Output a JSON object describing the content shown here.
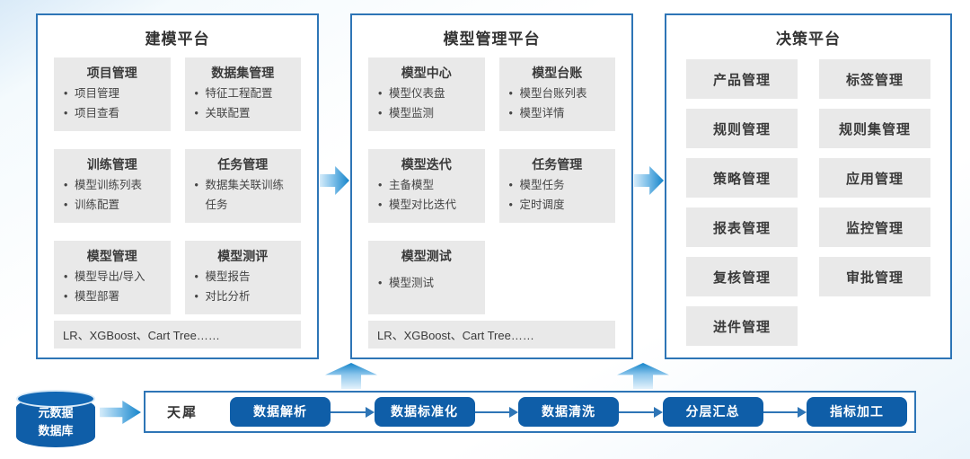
{
  "colors": {
    "platform_border_blue": "#2e75b6",
    "dark_blue": "#0f5ea8",
    "card_gray": "#e9e9e9",
    "arrow_gradient_blue": "#1584ca"
  },
  "platforms": [
    {
      "title": "建模平台",
      "cards": [
        {
          "title": "项目管理",
          "items": [
            "项目管理",
            "项目查看"
          ]
        },
        {
          "title": "数据集管理",
          "items": [
            "特征工程配置",
            "关联配置"
          ]
        },
        {
          "title": "训练管理",
          "items": [
            "模型训练列表",
            "训练配置"
          ]
        },
        {
          "title": "任务管理",
          "items": [
            "数据集关联训练任务"
          ]
        },
        {
          "title": "模型管理",
          "items": [
            "模型导出/导入",
            "模型部署"
          ]
        },
        {
          "title": "模型测评",
          "items": [
            "模型报告",
            "对比分析"
          ]
        }
      ],
      "footer": "LR、XGBoost、Cart Tree……"
    },
    {
      "title": "模型管理平台",
      "cards": [
        {
          "title": "模型中心",
          "items": [
            "模型仪表盘",
            "模型监测"
          ]
        },
        {
          "title": "模型台账",
          "items": [
            "模型台账列表",
            "模型详情"
          ]
        },
        {
          "title": "模型迭代",
          "items": [
            "主备模型",
            "模型对比迭代"
          ]
        },
        {
          "title": "任务管理",
          "items": [
            "模型任务",
            "定时调度"
          ]
        },
        {
          "title": "模型测试",
          "items": [
            "模型测试"
          ]
        }
      ],
      "footer": "LR、XGBoost、Cart Tree……"
    },
    {
      "title": "决策平台",
      "tiles": [
        "产品管理",
        "标签管理",
        "规则管理",
        "规则集管理",
        "策略管理",
        "应用管理",
        "报表管理",
        "监控管理",
        "复核管理",
        "审批管理",
        "进件管理"
      ]
    }
  ],
  "pipeline": {
    "source": {
      "line1": "元数据",
      "line2": "数据库"
    },
    "engine_label": "天犀",
    "steps": [
      "数据解析",
      "数据标准化",
      "数据清洗",
      "分层汇总",
      "指标加工"
    ]
  }
}
